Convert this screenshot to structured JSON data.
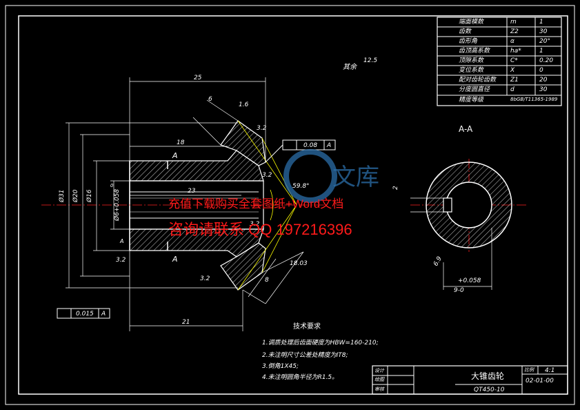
{
  "drawing": {
    "part_name": "大锥齿轮",
    "material": "QT450-10",
    "drawing_number": "02-01-00",
    "scale_label": "比例",
    "scale_value": "4:1",
    "title_block_rows": [
      "设计",
      "绘图",
      "审核"
    ],
    "section_label": "A-A",
    "section_marker_top": "A",
    "section_marker_bottom": "A",
    "surface_note": "其余",
    "surface_roughness_general": "12.5"
  },
  "param_table": {
    "rows": [
      {
        "label": "端面模数",
        "symbol": "m",
        "value": "1"
      },
      {
        "label": "齿数",
        "symbol": "Z2",
        "value": "30"
      },
      {
        "label": "齿形角",
        "symbol": "α",
        "value": "20°"
      },
      {
        "label": "齿顶高系数",
        "symbol": "ha*",
        "value": "1"
      },
      {
        "label": "顶隙系数",
        "symbol": "C*",
        "value": "0.20"
      },
      {
        "label": "变位系数",
        "symbol": "X",
        "value": "0"
      },
      {
        "label": "配对齿轮齿数",
        "symbol": "Z1",
        "value": "20"
      },
      {
        "label": "分度圆直径",
        "symbol": "d",
        "value": "30"
      },
      {
        "label": "精度等级",
        "symbol": "",
        "value": "8bGB/T11365-1989"
      }
    ]
  },
  "dimensions": {
    "top_length": "25",
    "face_width": "6",
    "hub_length": "18",
    "bore_length": "23",
    "bottom_length": "21",
    "cone_angle": "59.8°",
    "cone_distance": "18.03",
    "tooth_width": "8",
    "dia_outer": "Ø31",
    "dia_20": "Ø20",
    "dia_16": "Ø16",
    "dia_bore": "Ø6+0.058",
    "bore_tol_upper": "0",
    "keyway_width": "2",
    "keyway_depth": "6.9",
    "keyway_tol": "+0.058",
    "keyway_tol2": "9-0",
    "rough_1": "3.2",
    "rough_2": "3.2",
    "rough_3": "3.2",
    "rough_4": "3.2",
    "rough_5": "3.2",
    "rough_6": "1.6",
    "tol_runout_1": "0.08",
    "tol_datum_1": "A",
    "tol_runout_2": "0.015",
    "tol_datum_2": "A",
    "datum_a": "A"
  },
  "tech_requirements": {
    "title": "技术要求",
    "items": [
      "1.调质处理后齿面硬度为HBW=160-210;",
      "2.未注明尺寸公差处精度为IT8;",
      "3.倒角1X45;",
      "4.未注明圆角半径为R1.5。"
    ]
  },
  "watermark": {
    "line1": "充值下载购买全套图纸+Word文档",
    "line2": "咨询请联系 QQ 197216396",
    "logo_text": "文库"
  },
  "colors": {
    "background": "#000000",
    "lines": "#ffffff",
    "centerline": "#ff2020",
    "construction": "#ffff00",
    "watermark_red": "#ff1a1a",
    "watermark_blue": "#2b6ea8"
  }
}
